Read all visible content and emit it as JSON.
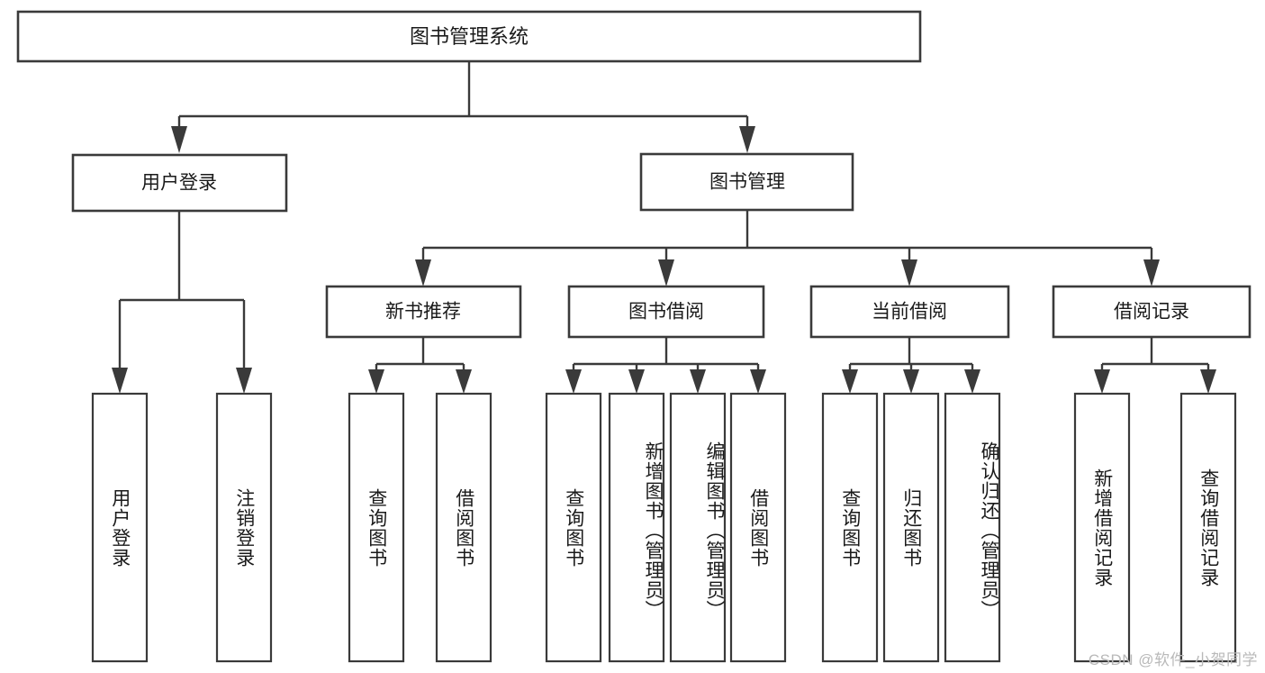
{
  "diagram": {
    "type": "hierarchy-tree",
    "title": "图书管理系统",
    "watermark": "CSDN @软件_小贺同学",
    "colors": {
      "stroke": "#3a3a3a",
      "fill": "#ffffff",
      "text": "#1a1a1a",
      "watermark": "#b9b9b9",
      "background": "#ffffff"
    },
    "root": {
      "label": "图书管理系统"
    },
    "level1": [
      {
        "label": "用户登录"
      },
      {
        "label": "图书管理"
      }
    ],
    "level2": [
      {
        "label": "新书推荐"
      },
      {
        "label": "图书借阅"
      },
      {
        "label": "当前借阅"
      },
      {
        "label": "借阅记录"
      }
    ],
    "leaves": {
      "user_login": [
        {
          "label": "用户登录"
        },
        {
          "label": "注销登录"
        }
      ],
      "new_book_recommend": [
        {
          "label": "查询图书"
        },
        {
          "label": "借阅图书"
        }
      ],
      "book_borrow": [
        {
          "label": "查询图书"
        },
        {
          "label": "新增图书（管理员）"
        },
        {
          "label": "编辑图书（管理员）"
        },
        {
          "label": "借阅图书"
        }
      ],
      "current_borrow": [
        {
          "label": "查询图书"
        },
        {
          "label": "归还图书"
        },
        {
          "label": "确认归还（管理员）"
        }
      ],
      "borrow_record": [
        {
          "label": "新增借阅记录"
        },
        {
          "label": "查询借阅记录"
        }
      ]
    }
  }
}
